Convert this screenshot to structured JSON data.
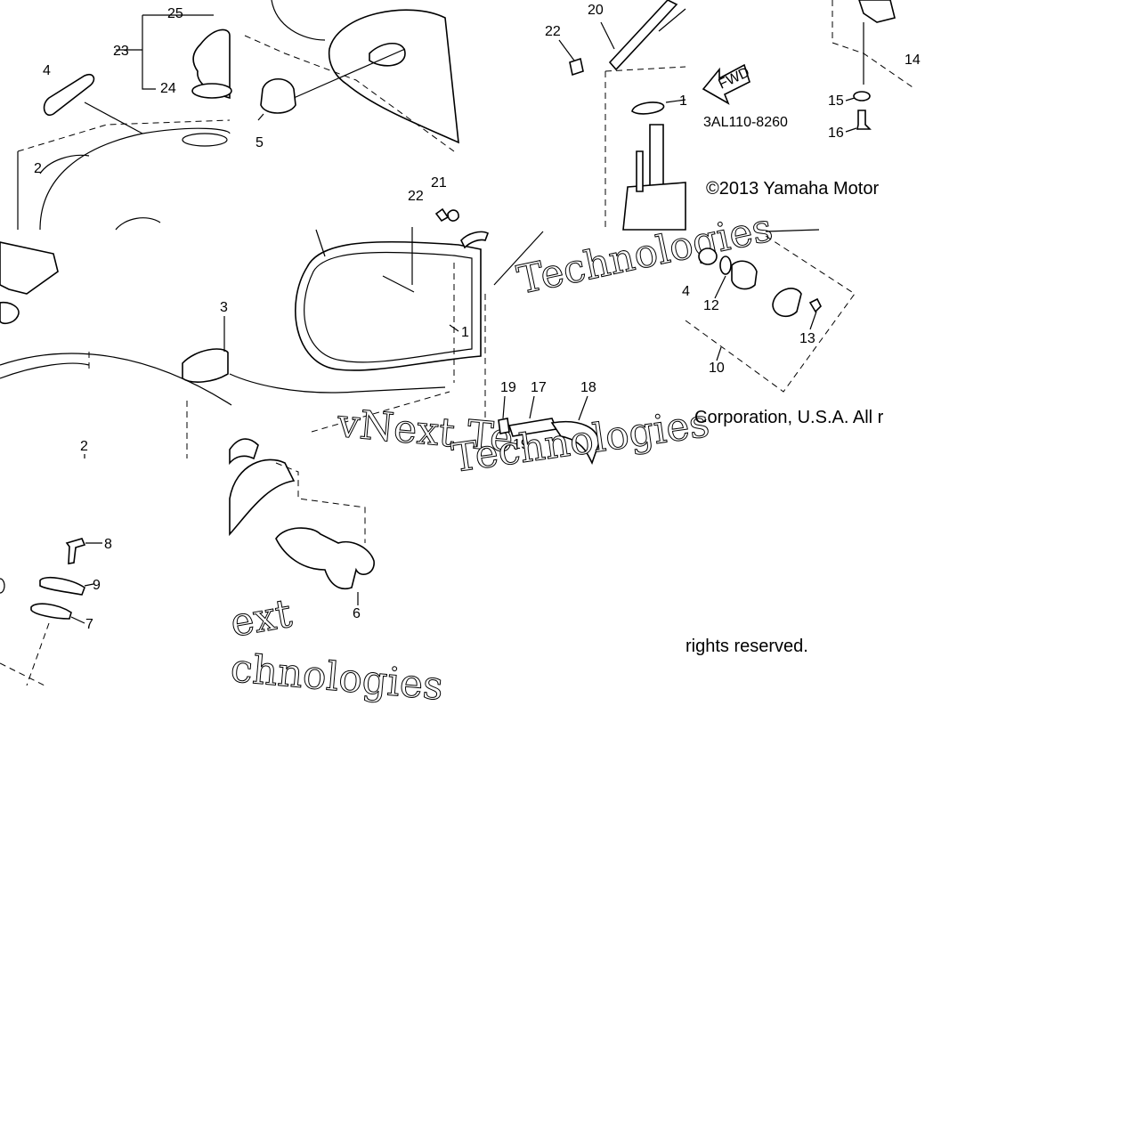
{
  "diagram": {
    "callouts": {
      "c25": "25",
      "c23": "23",
      "c24": "24",
      "c4a": "4",
      "c5": "5",
      "c2a": "2",
      "c22a": "22",
      "c20": "20",
      "c1a": "1",
      "c21": "21",
      "c22b": "22",
      "c3": "3",
      "c1b": "1",
      "c2b": "2",
      "c8": "8",
      "c9": "9",
      "c7": "7",
      "c6": "6",
      "c19a": "19",
      "c17": "17",
      "c18": "18",
      "c19b": "19",
      "c4b": "4",
      "c12": "12",
      "c13": "13",
      "c10": "10",
      "c15": "15",
      "c16": "16",
      "c14": "14"
    },
    "fwd_arrow_label": "FWD",
    "part_code": "3AL110-8260",
    "copyright_1": "©2013 Yamaha Motor",
    "copyright_2": "Corporation, U.S.A. All r",
    "copyright_3": "rights reserved.",
    "watermark_1": "vNext Te",
    "watermark_2": "Technologies",
    "watermark_3": "Technologies",
    "watermark_4": "ext",
    "watermark_5": "chnologies"
  }
}
